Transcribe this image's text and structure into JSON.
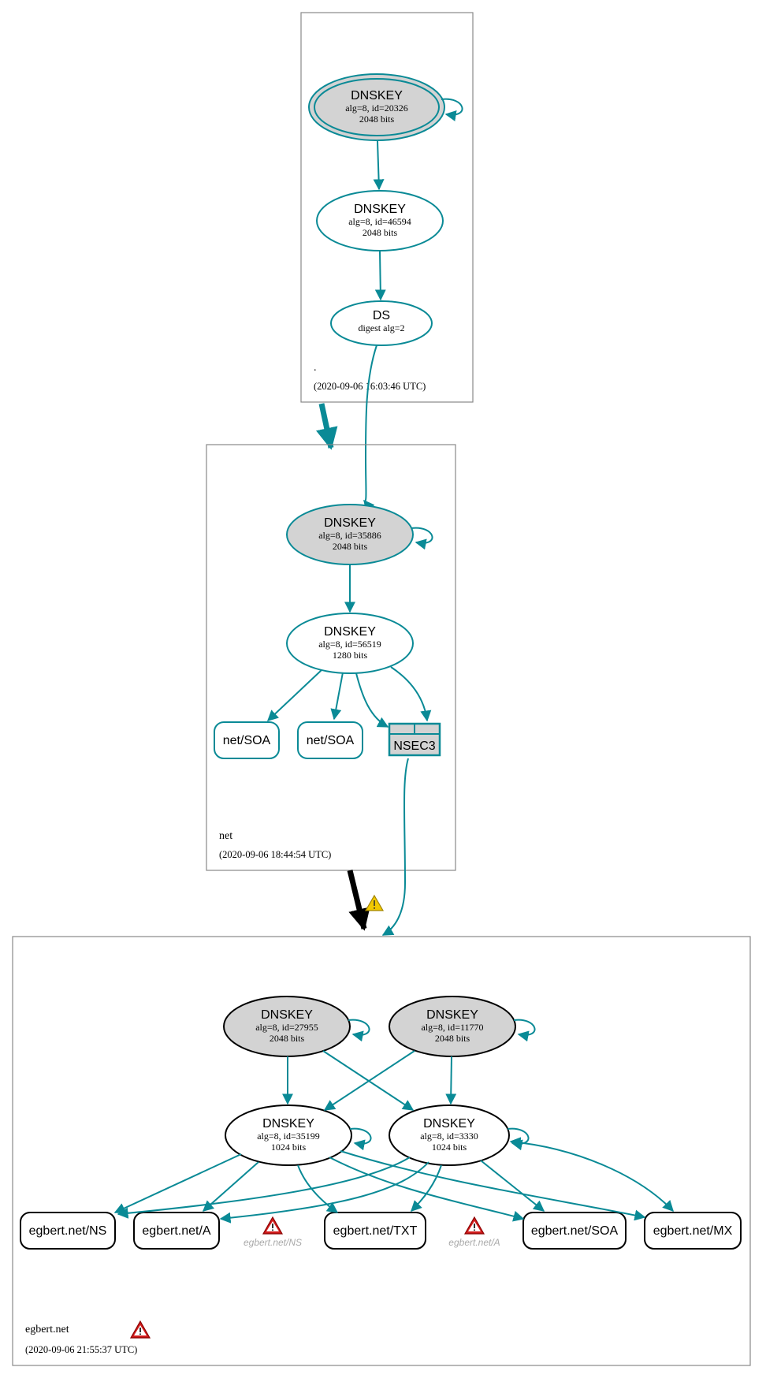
{
  "colors": {
    "edge": "#0a8a96",
    "key_fill": "#d3d3d3",
    "warning_red": "#d11b1b",
    "warning_yellow": "#f2c800",
    "insecure_delegation": "#000000"
  },
  "zones": {
    "root": {
      "name": ".",
      "timestamp": "(2020-09-06 16:03:46 UTC)",
      "ksk": {
        "title": "DNSKEY",
        "line1": "alg=8, id=20326",
        "line2": "2048 bits"
      },
      "zsk": {
        "title": "DNSKEY",
        "line1": "alg=8, id=46594",
        "line2": "2048 bits"
      },
      "ds": {
        "title": "DS",
        "line1": "digest alg=2"
      }
    },
    "net": {
      "name": "net",
      "timestamp": "(2020-09-06 18:44:54 UTC)",
      "ksk": {
        "title": "DNSKEY",
        "line1": "alg=8, id=35886",
        "line2": "2048 bits"
      },
      "zsk": {
        "title": "DNSKEY",
        "line1": "alg=8, id=56519",
        "line2": "1280 bits"
      },
      "rrsets": [
        "net/SOA",
        "net/SOA"
      ],
      "nsec3": "NSEC3"
    },
    "egbert": {
      "name": "egbert.net",
      "timestamp": "(2020-09-06 21:55:37 UTC)",
      "ksk1": {
        "title": "DNSKEY",
        "line1": "alg=8, id=27955",
        "line2": "2048 bits"
      },
      "ksk2": {
        "title": "DNSKEY",
        "line1": "alg=8, id=11770",
        "line2": "2048 bits"
      },
      "zsk1": {
        "title": "DNSKEY",
        "line1": "alg=8, id=35199",
        "line2": "1024 bits"
      },
      "zsk2": {
        "title": "DNSKEY",
        "line1": "alg=8, id=3330",
        "line2": "1024 bits"
      },
      "rrsets": [
        "egbert.net/NS",
        "egbert.net/A",
        "egbert.net/TXT",
        "egbert.net/SOA",
        "egbert.net/MX"
      ],
      "negative": [
        "egbert.net/NS",
        "egbert.net/A"
      ]
    }
  }
}
